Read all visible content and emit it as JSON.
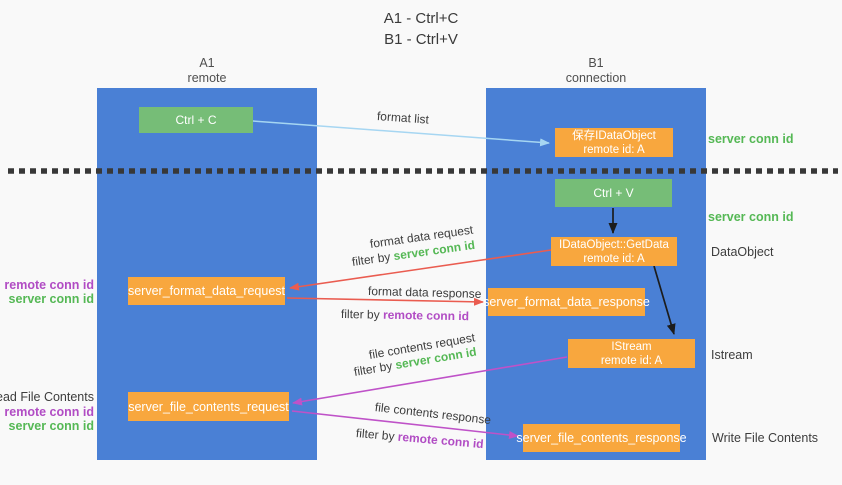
{
  "title": {
    "line1": "A1 - Ctrl+C",
    "line2": "B1 - Ctrl+V"
  },
  "lifelines": {
    "left": {
      "name": "A1",
      "sub": "remote"
    },
    "right": {
      "name": "B1",
      "sub": "connection"
    }
  },
  "boxes": {
    "ctrl_c": {
      "label": "Ctrl + C"
    },
    "ctrl_v": {
      "label": "Ctrl + V"
    },
    "save_dataobject": {
      "line1": "保存IDataObject",
      "line2": "remote id: A"
    },
    "getdata": {
      "line1": "IDataObject::GetData",
      "line2": "remote id: A"
    },
    "istream": {
      "line1": "IStream",
      "line2": "remote id: A"
    },
    "server_format_data_request": {
      "label": "server_format_data_request"
    },
    "server_format_data_response": {
      "label": "server_format_data_response"
    },
    "server_file_contents_request": {
      "label": "server_file_contents_request"
    },
    "server_file_contents_response": {
      "label": "server_file_contents_response"
    }
  },
  "arrows": {
    "format_list": {
      "label": "format list"
    },
    "format_data_request": {
      "label": "format data request",
      "filter_prefix": "filter by ",
      "filter_id": "server conn id"
    },
    "format_data_response": {
      "label": "format data response",
      "filter_prefix": "filter by ",
      "filter_id": "remote conn id"
    },
    "file_contents_request": {
      "label": "file contents request",
      "filter_prefix": "filter by ",
      "filter_id": "server conn id"
    },
    "file_contents_response": {
      "label": "file contents response",
      "filter_prefix": "filter by ",
      "filter_id": "remote conn id"
    }
  },
  "side_labels": {
    "server_conn_id_top": "server conn id",
    "server_conn_id_mid": "server conn id",
    "dataobject": "DataObject",
    "istream": "Istream",
    "write_file_contents": "Write File Contents",
    "read_file_contents": "Read File Contents",
    "left_group1": {
      "remote": "remote conn id",
      "server": "server conn id"
    },
    "left_group2": {
      "remote": "remote conn id",
      "server": "server conn id"
    }
  },
  "colors": {
    "lifeline_blue": "#4a80d5",
    "box_green": "#76bd77",
    "box_orange": "#f8a73e",
    "label_green": "#55b855",
    "label_purple": "#b14cc4",
    "arrow_red": "#ea5c50",
    "arrow_magenta": "#bf52c8",
    "arrow_lightblue": "#a6d6f2",
    "arrow_black": "#1c1c1c"
  }
}
